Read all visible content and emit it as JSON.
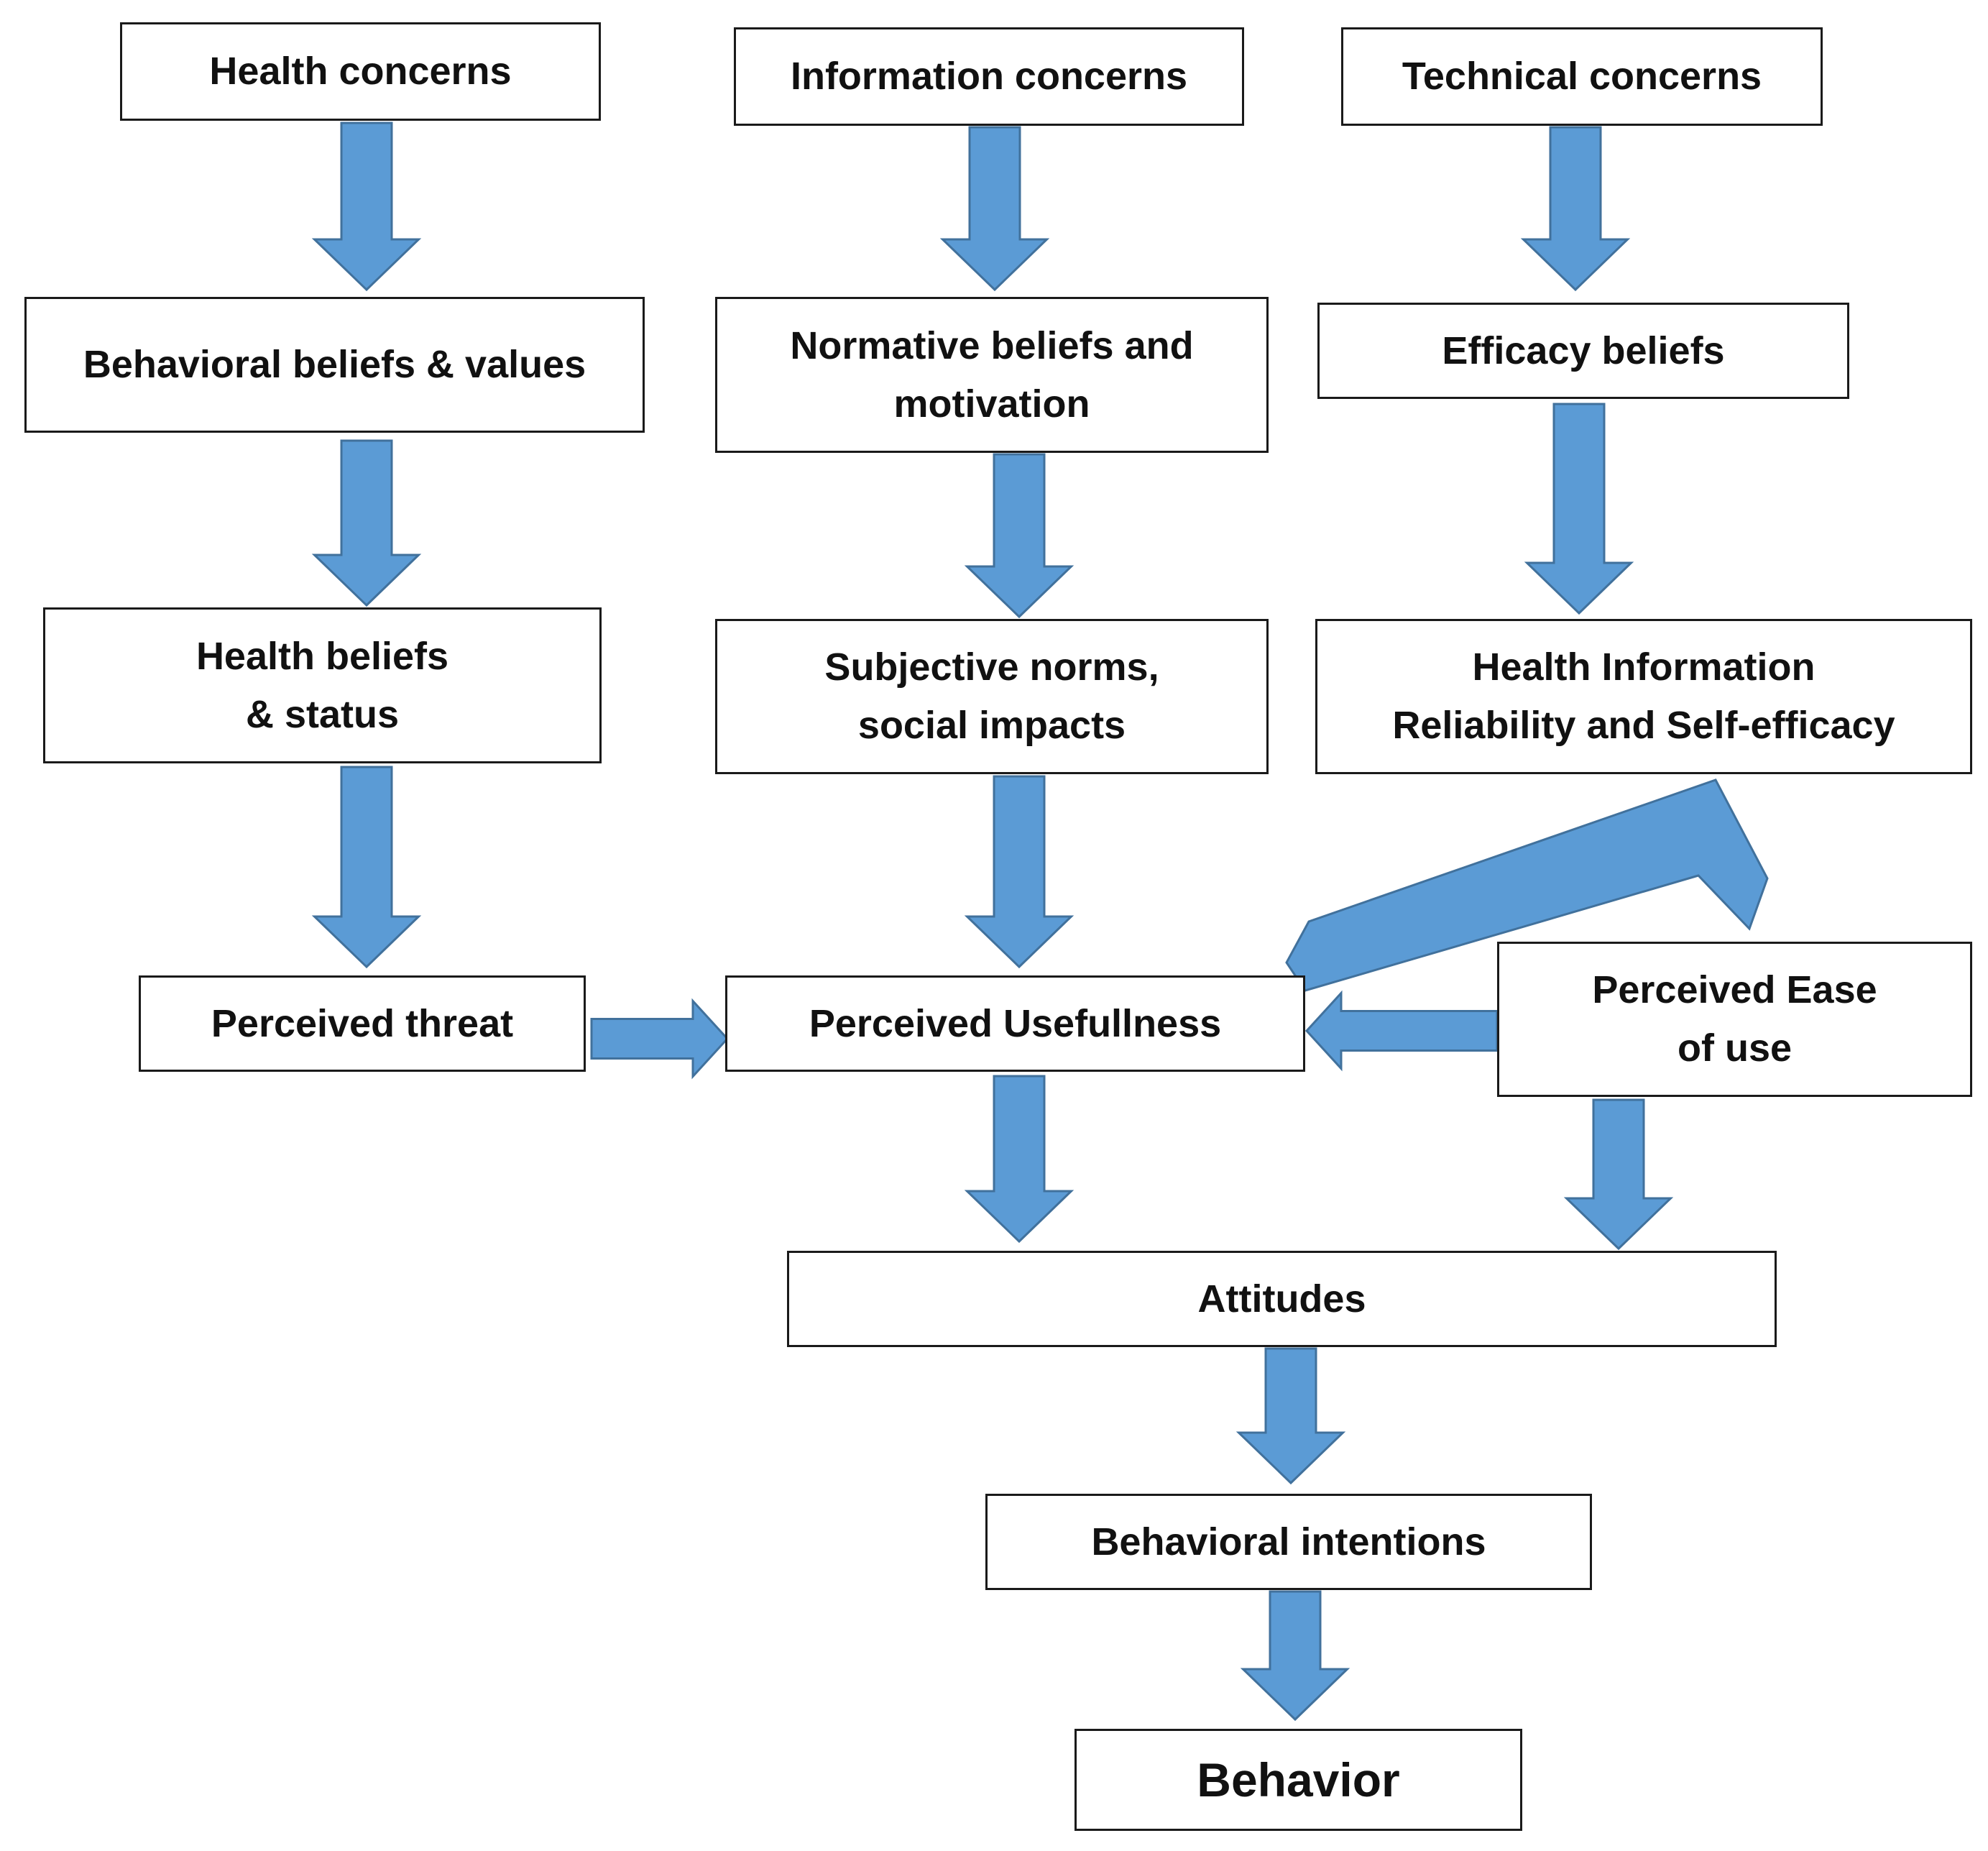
{
  "diagram": {
    "arrow_color": "#5b9bd5",
    "arrow_stroke": "#41719c",
    "nodes": {
      "health_concerns": "Health concerns",
      "information_concerns": "Information concerns",
      "technical_concerns": "Technical concerns",
      "behavioral_beliefs": "Behavioral beliefs & values",
      "normative_beliefs": "Normative beliefs and\nmotivation",
      "efficacy_beliefs": "Efficacy beliefs",
      "health_beliefs": "Health beliefs\n& status",
      "subjective_norms": "Subjective norms,\nsocial impacts",
      "health_info_reliability": "Health Information\nReliability and Self-efficacy",
      "perceived_threat": "Perceived threat",
      "perceived_usefulness": "Perceived Usefullness",
      "perceived_ease": "Perceived Ease\nof use",
      "attitudes": "Attitudes",
      "behavioral_intentions": "Behavioral intentions",
      "behavior": "Behavior"
    },
    "edges": [
      {
        "from": "Health concerns",
        "to": "Behavioral beliefs & values"
      },
      {
        "from": "Behavioral beliefs & values",
        "to": "Health beliefs & status"
      },
      {
        "from": "Health beliefs & status",
        "to": "Perceived threat"
      },
      {
        "from": "Perceived threat",
        "to": "Perceived Usefullness"
      },
      {
        "from": "Information concerns",
        "to": "Normative beliefs and motivation"
      },
      {
        "from": "Normative beliefs and motivation",
        "to": "Subjective norms, social impacts"
      },
      {
        "from": "Subjective norms, social impacts",
        "to": "Perceived Usefullness"
      },
      {
        "from": "Technical concerns",
        "to": "Efficacy beliefs"
      },
      {
        "from": "Efficacy beliefs",
        "to": "Health Information Reliability and Self-efficacy"
      },
      {
        "from": "Health Information Reliability and Self-efficacy",
        "to": "Perceived Usefullness"
      },
      {
        "from": "Perceived Ease of use",
        "to": "Perceived Usefullness"
      },
      {
        "from": "Perceived Usefullness",
        "to": "Attitudes"
      },
      {
        "from": "Perceived Ease of use",
        "to": "Attitudes"
      },
      {
        "from": "Attitudes",
        "to": "Behavioral intentions"
      },
      {
        "from": "Behavioral intentions",
        "to": "Behavior"
      }
    ]
  }
}
